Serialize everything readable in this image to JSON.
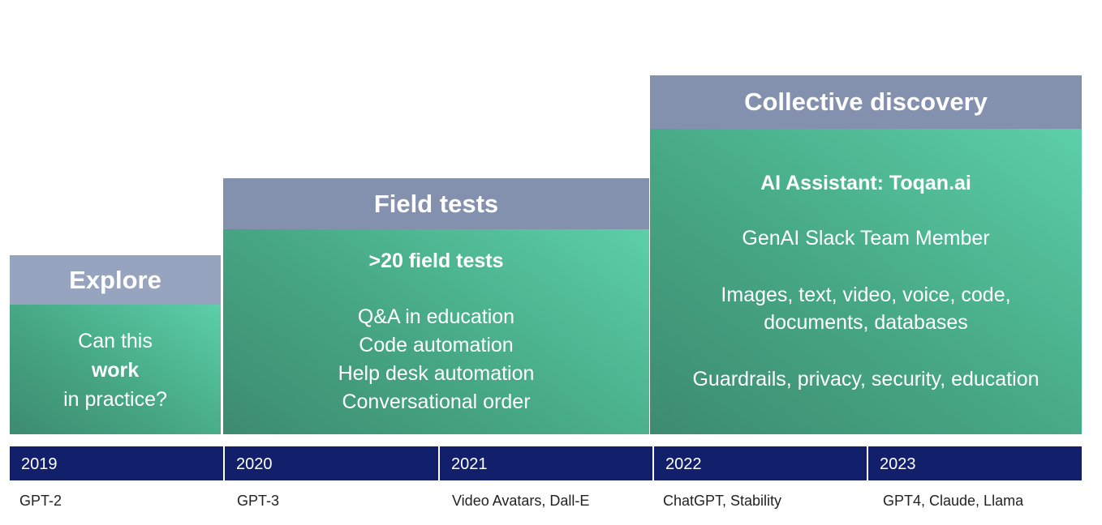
{
  "stages": {
    "explore": {
      "title": "Explore",
      "lines": [
        "Can this",
        "work",
        "in practice?"
      ]
    },
    "field_tests": {
      "title": "Field tests",
      "headline": ">20 field tests",
      "items": [
        "Q&A in education",
        "Code automation",
        "Help desk automation",
        "Conversational order"
      ]
    },
    "collective": {
      "title": "Collective discovery",
      "headline": "AI Assistant: Toqan.ai",
      "line1": "GenAI Slack Team Member",
      "line2a": "Images, text, video, voice, code,",
      "line2b": "documents, databases",
      "line3": "Guardrails, privacy, security, education"
    }
  },
  "timeline": {
    "years": [
      "2019",
      "2020",
      "2021",
      "2022",
      "2023"
    ],
    "models": [
      "GPT-2",
      "GPT-3",
      "Video Avatars, Dall-E",
      "ChatGPT, Stability",
      "GPT4, Claude, Llama"
    ]
  },
  "colors": {
    "header_gray_blue": "#8491ae",
    "body_green": "#46a784",
    "timeline_navy": "#12206b"
  }
}
